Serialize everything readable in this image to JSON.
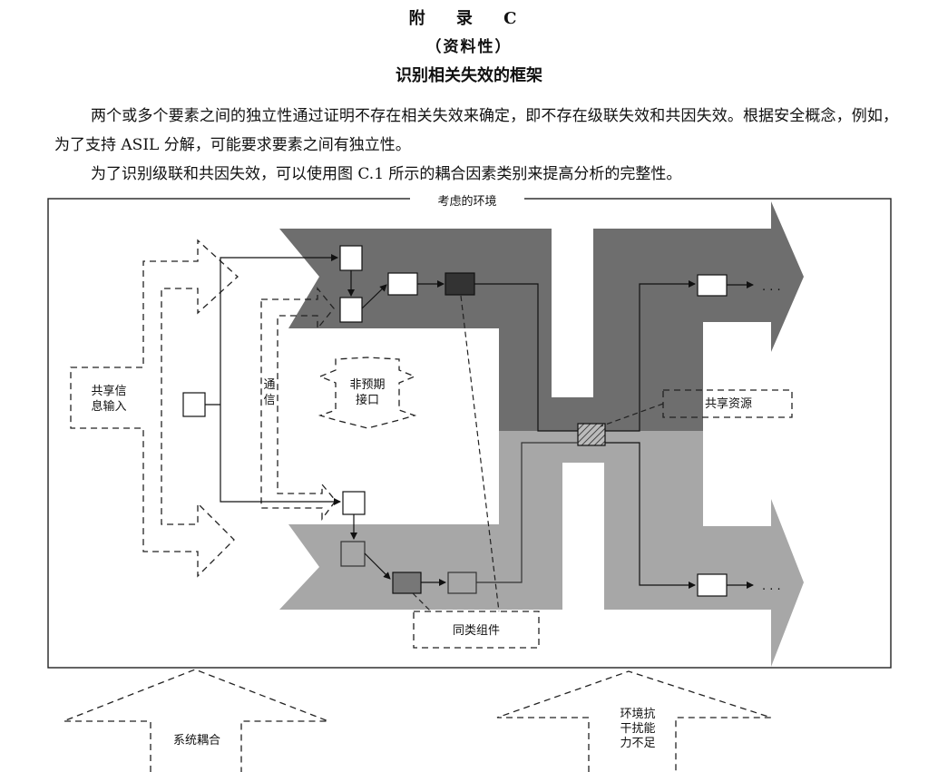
{
  "header": {
    "appendix": "附 录 C",
    "note": "（资料性）",
    "title": "识别相关失效的框架"
  },
  "body": {
    "paragraph1": "两个或多个要素之间的独立性通过证明不存在相关失效来确定，即不存在级联失效和共因失效。根据安全概念，例如，为了支持 ASIL 分解，可能要求要素之间有独立性。",
    "paragraph2": "为了识别级联和共因失效，可以使用图 C.1 所示的耦合因素类别来提高分析的完整性。"
  },
  "figure": {
    "frame_title": "考虑的环境",
    "shared_input": [
      "共享信",
      "息输入"
    ],
    "communication": [
      "通",
      "信"
    ],
    "unintended_interface": [
      "非预期",
      "接口"
    ],
    "shared_resource": "共享资源",
    "same_component": "同类组件",
    "system_coupling": "系统耦合",
    "env_robustness": [
      "环境抗",
      "干扰能",
      "力不足"
    ],
    "ellipsis": ". . ."
  },
  "colors": {
    "dark_band": "#6e6e6e",
    "light_band": "#a7a7a7",
    "dark_block": "#333333",
    "mid_block": "#777777"
  }
}
